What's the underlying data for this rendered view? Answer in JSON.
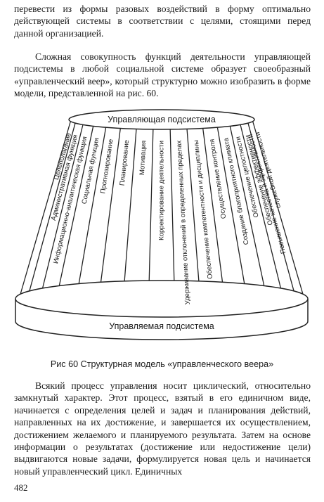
{
  "text": {
    "para1": "перевести из формы разовых воздействий в форму оптимально действующей системы в соответствии с целями, стоящими перед данной организацией.",
    "para2": "Сложная совокупность функций деятельности управляющей подсистемы в любой социальной системе образует своеобразный «управленческий веер», который структурно можно изобразить в форме модели, представленной на рис. 60.",
    "para3": "Всякий процесс управления носит циклический, относительно замкнутый характер. Этот процесс, взятый в его единичном виде, начинается с определения целей и задач и планирования действий, направленных на их достижение, и завершается их осуществлением, достижением желаемого и планируемого результата. Затем на основе информации о результатах (достижение или недостижение цели) выдвигаются новые задачи, формулируется новая цель и начинается новый управленческий цикл. Единичных"
  },
  "diagram": {
    "top_label": "Управляющая подсистема",
    "bottom_label": "Управляемая подсистема",
    "functions": [
      [
        "Целеполагание"
      ],
      [
        "Административная функция"
      ],
      [
        "Информационно-аналитическая функция"
      ],
      [
        "Социальная функция"
      ],
      [
        "Прогнозирование"
      ],
      [
        "Планирование"
      ],
      [
        "Мотивация"
      ],
      [
        "Корректирование деятельности"
      ],
      [
        "Удерживание отклонений в определенных пределах"
      ],
      [
        "Обеспечение компетентности и дисциплины"
      ],
      [
        "Осуществление контроля"
      ],
      [
        "Создание благоприятного климата"
      ],
      [
        "Обеспечение целостности"
      ],
      [
        "Обеспечение эффективности"
      ],
      [
        "Повышение качества и эффективности",
        "служебной деятельности"
      ]
    ]
  },
  "caption": "Рис 60  Структурная модель «управленческого веера»",
  "page_number": "482"
}
